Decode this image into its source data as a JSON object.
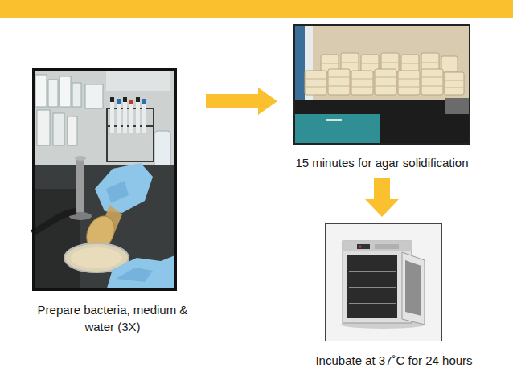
{
  "diagram": {
    "nodes": [
      {
        "text": [
          "Prepare bacteria, medium & water (3X)"
        ]
      },
      {
        "text": [
          "15 minutes for agar solidification"
        ]
      },
      {
        "text": [
          "Incubate at 37˚C for 24 hours"
        ]
      }
    ],
    "edges": [
      {
        "from": 0,
        "to": 1,
        "arrow": "to"
      },
      {
        "from": 1,
        "to": 2,
        "arrow": "to"
      }
    ]
  }
}
